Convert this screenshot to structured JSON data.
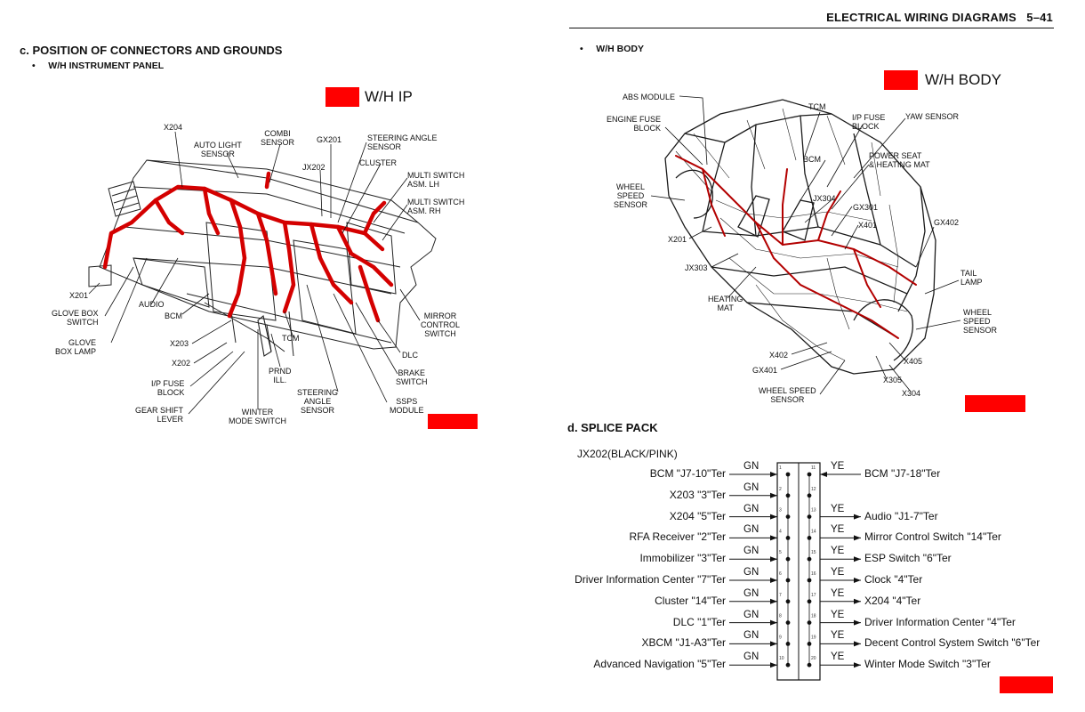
{
  "header": {
    "title": "ELECTRICAL WIRING DIAGRAMS",
    "page": "5–41"
  },
  "section_c": {
    "title": "c. POSITION OF CONNECTORS AND GROUNDS",
    "subtitle": "W/H INSTRUMENT PANEL",
    "bullet": "•"
  },
  "wh_ip": {
    "tag": "W/H IP",
    "labels": {
      "x204": "X204",
      "auto_light": [
        "AUTO LIGHT",
        "SENSOR"
      ],
      "combi": [
        "COMBI",
        "SENSOR"
      ],
      "gx201": "GX201",
      "steering_top": [
        "STEERING ANGLE",
        "SENSOR"
      ],
      "jx202": "JX202",
      "cluster": "CLUSTER",
      "ms_lh": [
        "MULTI SWITCH",
        "ASM. LH"
      ],
      "ms_rh": [
        "MULTI SWITCH",
        "ASM. RH"
      ],
      "x201": "X201",
      "glove_switch": [
        "GLOVE BOX",
        "SWITCH"
      ],
      "audio": "AUDIO",
      "bcm": "BCM",
      "glove_lamp": [
        "GLOVE",
        "BOX LAMP"
      ],
      "x203": "X203",
      "x202": "X202",
      "ip_fuse": [
        "I/P FUSE",
        "BLOCK"
      ],
      "gear_shift": [
        "GEAR SHIFT",
        "LEVER"
      ],
      "winter": [
        "WINTER",
        "MODE SWITCH"
      ],
      "prnd": [
        "PRND",
        "ILL."
      ],
      "tcm": "TCM",
      "steering_bottom": [
        "STEERING",
        "ANGLE",
        "SENSOR"
      ],
      "ssps": [
        "SSPS",
        "MODULE"
      ],
      "brake": [
        "BRAKE",
        "SWITCH"
      ],
      "dlc": "DLC",
      "mirror": [
        "MIRROR",
        "CONTROL",
        "SWITCH"
      ]
    }
  },
  "wh_body": {
    "bullet": "•",
    "subtitle": "W/H BODY",
    "tag": "W/H BODY",
    "labels": {
      "abs": "ABS MODULE",
      "engine_fuse": [
        "ENGINE FUSE",
        "BLOCK"
      ],
      "tcm": "TCM",
      "ip_fuse": [
        "I/P FUSE",
        "BLOCK"
      ],
      "yaw": "YAW SENSOR",
      "bcm": "BCM",
      "power_seat": [
        "POWER SEAT",
        "& HEATING MAT"
      ],
      "wheel_speed_l": [
        "WHEEL",
        "SPEED",
        "SENSOR"
      ],
      "jx304": "JX304",
      "gx301": "GX301",
      "x401": "X401",
      "gx402": "GX402",
      "x201": "X201",
      "jx303": "JX303",
      "tail_lamp": [
        "TAIL",
        "LAMP"
      ],
      "heating_mat": [
        "HEATING",
        "MAT"
      ],
      "wheel_speed_r": [
        "WHEEL",
        "SPEED",
        "SENSOR"
      ],
      "x402": "X402",
      "gx401": "GX401",
      "x405": "X405",
      "x305": "X305",
      "x304": "X304",
      "wheel_speed_b": [
        "WHEEL SPEED",
        "SENSOR"
      ]
    }
  },
  "splice": {
    "section_title": "d. SPLICE PACK",
    "connector": "JX202(BLACK/PINK)",
    "left": [
      {
        "label": "BCM \"J7-10\"Ter",
        "wire": "GN",
        "pin": "1"
      },
      {
        "label": "X203 \"3\"Ter",
        "wire": "GN",
        "pin": "2"
      },
      {
        "label": "X204 \"5\"Ter",
        "wire": "GN",
        "pin": "3"
      },
      {
        "label": "RFA Receiver \"2\"Ter",
        "wire": "GN",
        "pin": "4"
      },
      {
        "label": "Immobilizer \"3\"Ter",
        "wire": "GN",
        "pin": "5"
      },
      {
        "label": "Driver Information Center \"7\"Ter",
        "wire": "GN",
        "pin": "6"
      },
      {
        "label": "Cluster \"14\"Ter",
        "wire": "GN",
        "pin": "7"
      },
      {
        "label": "DLC \"1\"Ter",
        "wire": "GN",
        "pin": "8"
      },
      {
        "label": "XBCM \"J1-A3\"Ter",
        "wire": "GN",
        "pin": "9"
      },
      {
        "label": "Advanced Navigation \"5\"Ter",
        "wire": "GN",
        "pin": "10"
      }
    ],
    "right": [
      {
        "label": "BCM \"J7-18\"Ter",
        "wire": "YE",
        "pin": "11"
      },
      {
        "label": "",
        "wire": "",
        "pin": "12"
      },
      {
        "label": "Audio \"J1-7\"Ter",
        "wire": "YE",
        "pin": "13"
      },
      {
        "label": "Mirror Control Switch \"14\"Ter",
        "wire": "YE",
        "pin": "14"
      },
      {
        "label": "ESP Switch \"6\"Ter",
        "wire": "YE",
        "pin": "15"
      },
      {
        "label": "Clock \"4\"Ter",
        "wire": "YE",
        "pin": "16"
      },
      {
        "label": "X204 \"4\"Ter",
        "wire": "YE",
        "pin": "17"
      },
      {
        "label": "Driver Information Center \"4\"Ter",
        "wire": "YE",
        "pin": "18"
      },
      {
        "label": "Decent Control System Switch \"6\"Ter",
        "wire": "YE",
        "pin": "19"
      },
      {
        "label": "Winter Mode Switch \"3\"Ter",
        "wire": "YE",
        "pin": "20"
      }
    ]
  },
  "colors": {
    "harness": "#d40000",
    "tag": "#ff0000",
    "ink": "#111111"
  }
}
